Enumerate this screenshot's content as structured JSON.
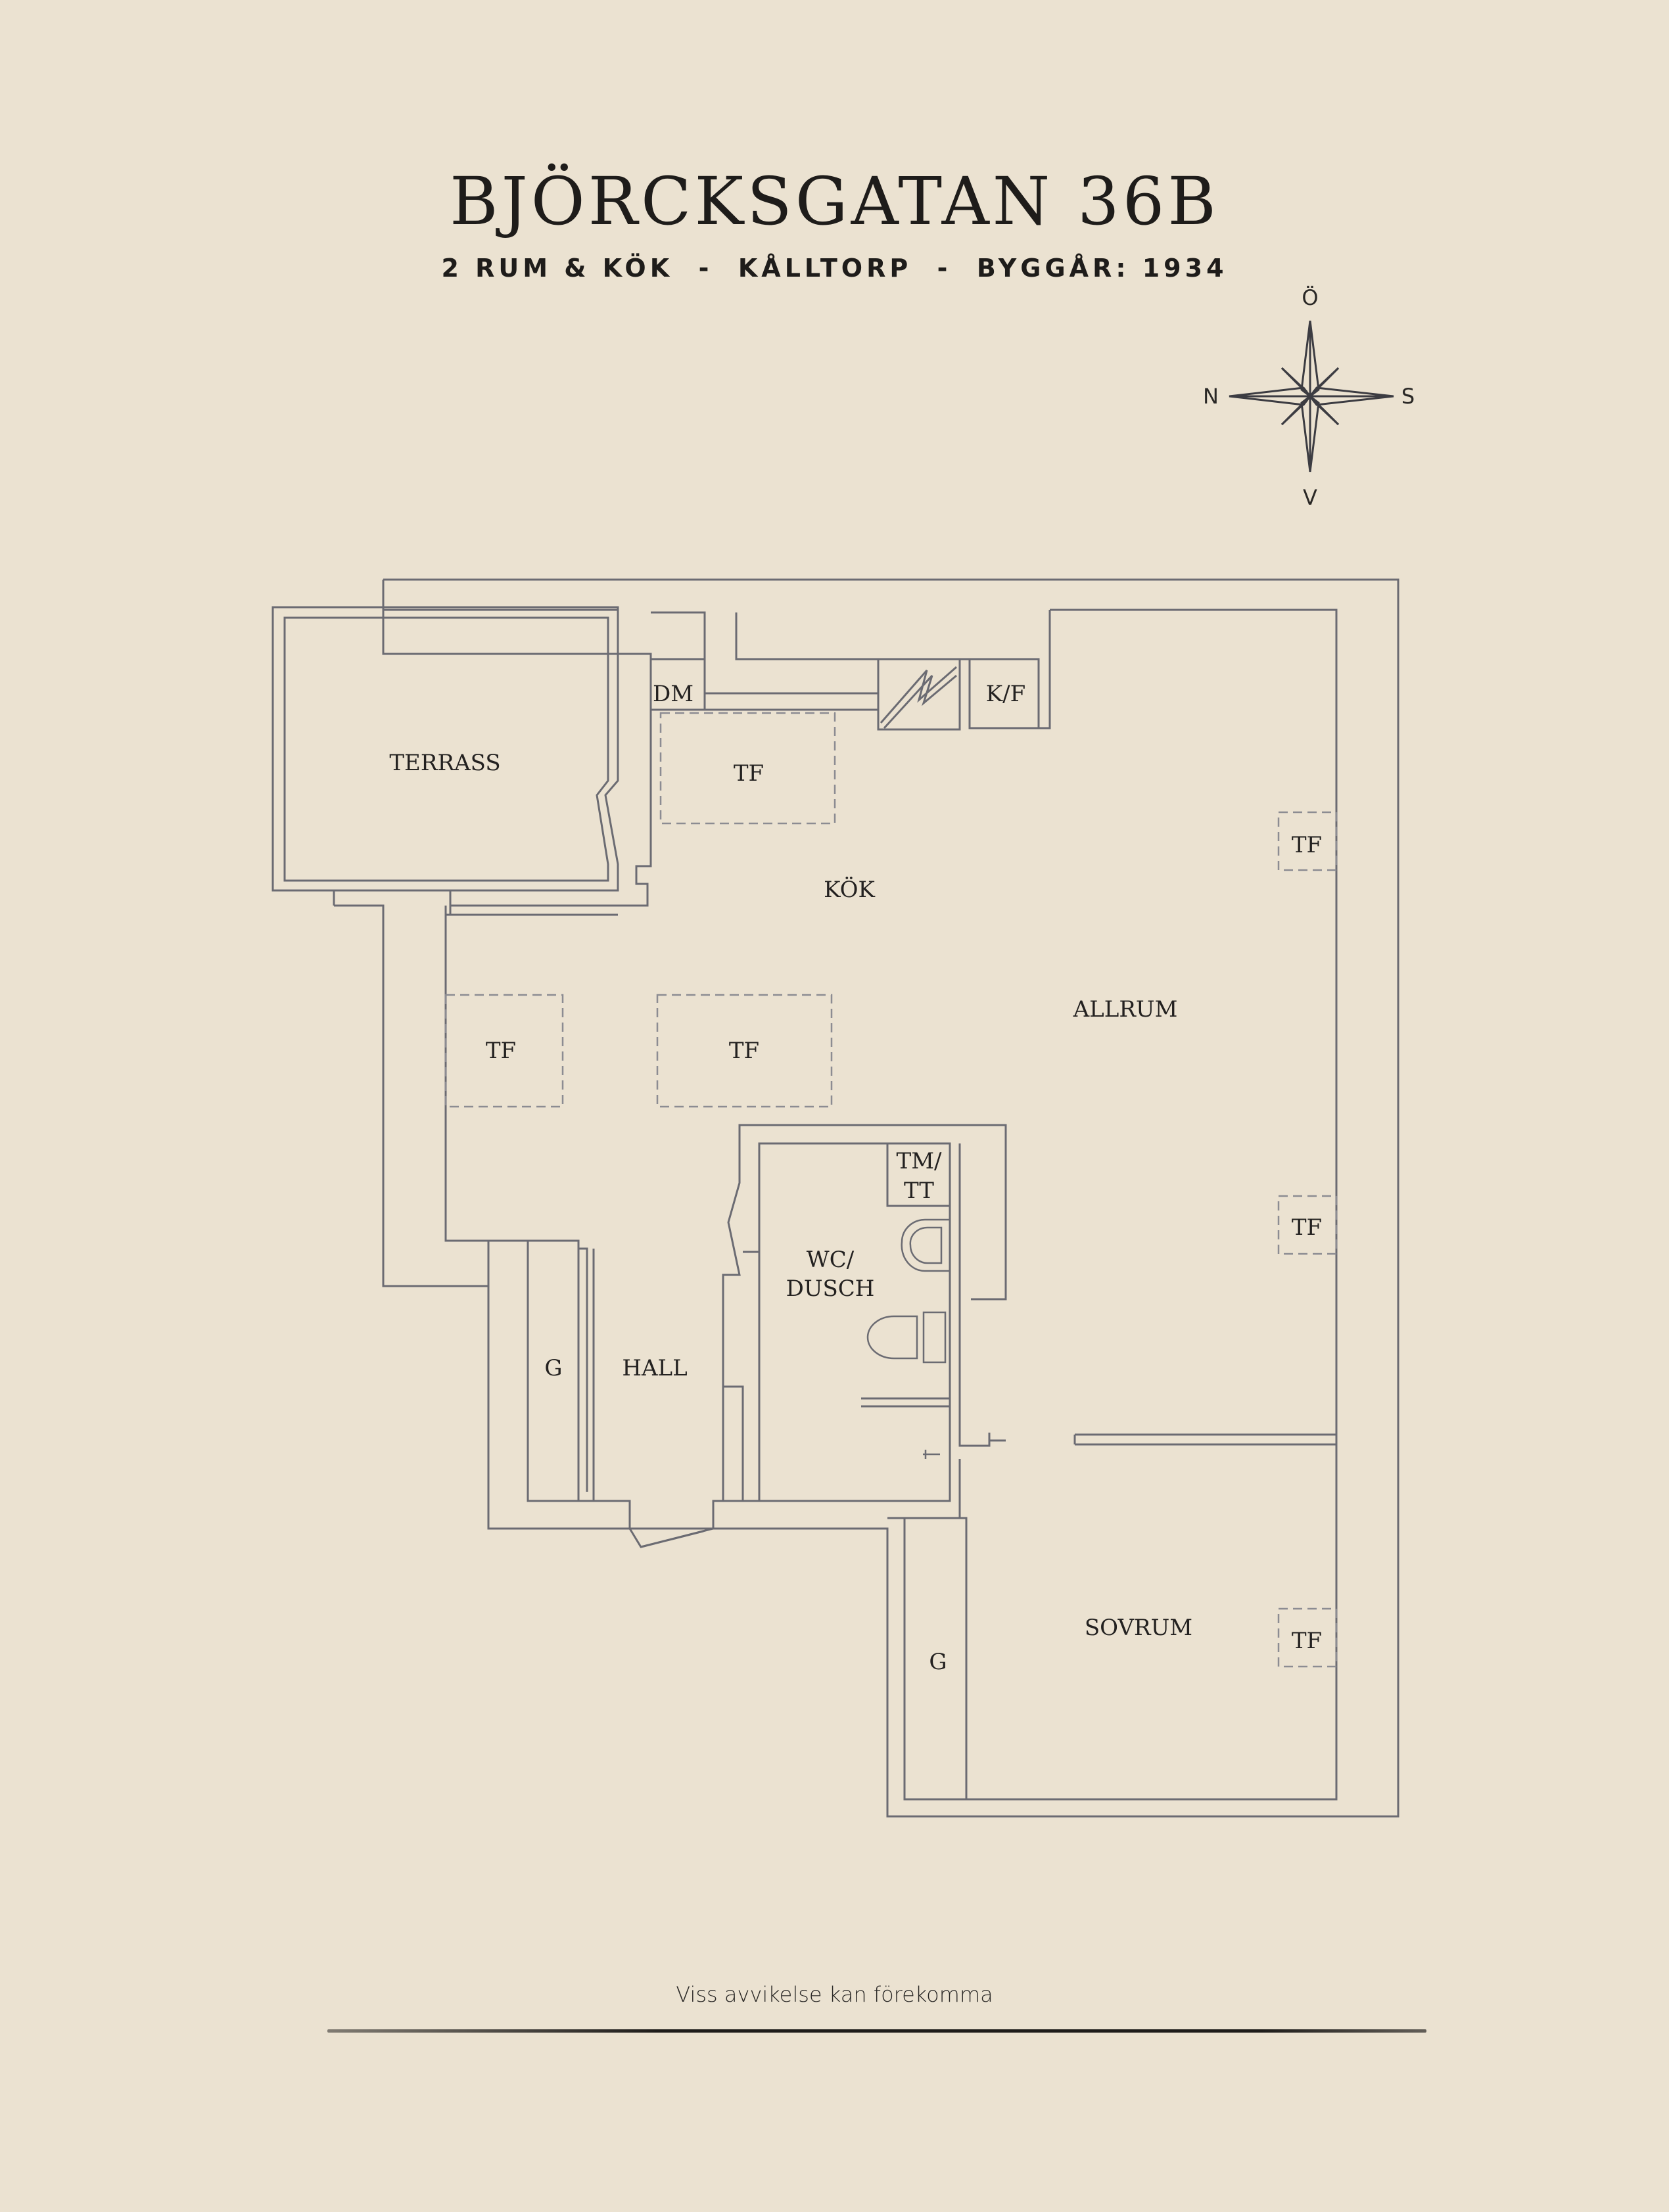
{
  "header": {
    "title": "BJÖRCKSGATAN 36B",
    "subtitle": "2 RUM & KÖK  -  KÅLLTORP  -  BYGGÅR: 1934"
  },
  "compass": {
    "north": "N",
    "south": "S",
    "east": "Ö",
    "west": "V"
  },
  "rooms": {
    "terrass": "TERRASS",
    "dm": "DM",
    "kf": "K/F",
    "kok": "KÖK",
    "allrum": "ALLRUM",
    "wc_line1": "WC/",
    "wc_line2": "DUSCH",
    "tmtt_line1": "TM/",
    "tmtt_line2": "TT",
    "hall": "HALL",
    "sovrum": "SOVRUM",
    "g": "G",
    "tf": "TF"
  },
  "footer": {
    "disclaimer": "Viss avvikelse kan förekomma"
  },
  "colors": {
    "background": "#ebe2d1",
    "line": "#6b6b72",
    "text": "#1e1c1a"
  }
}
